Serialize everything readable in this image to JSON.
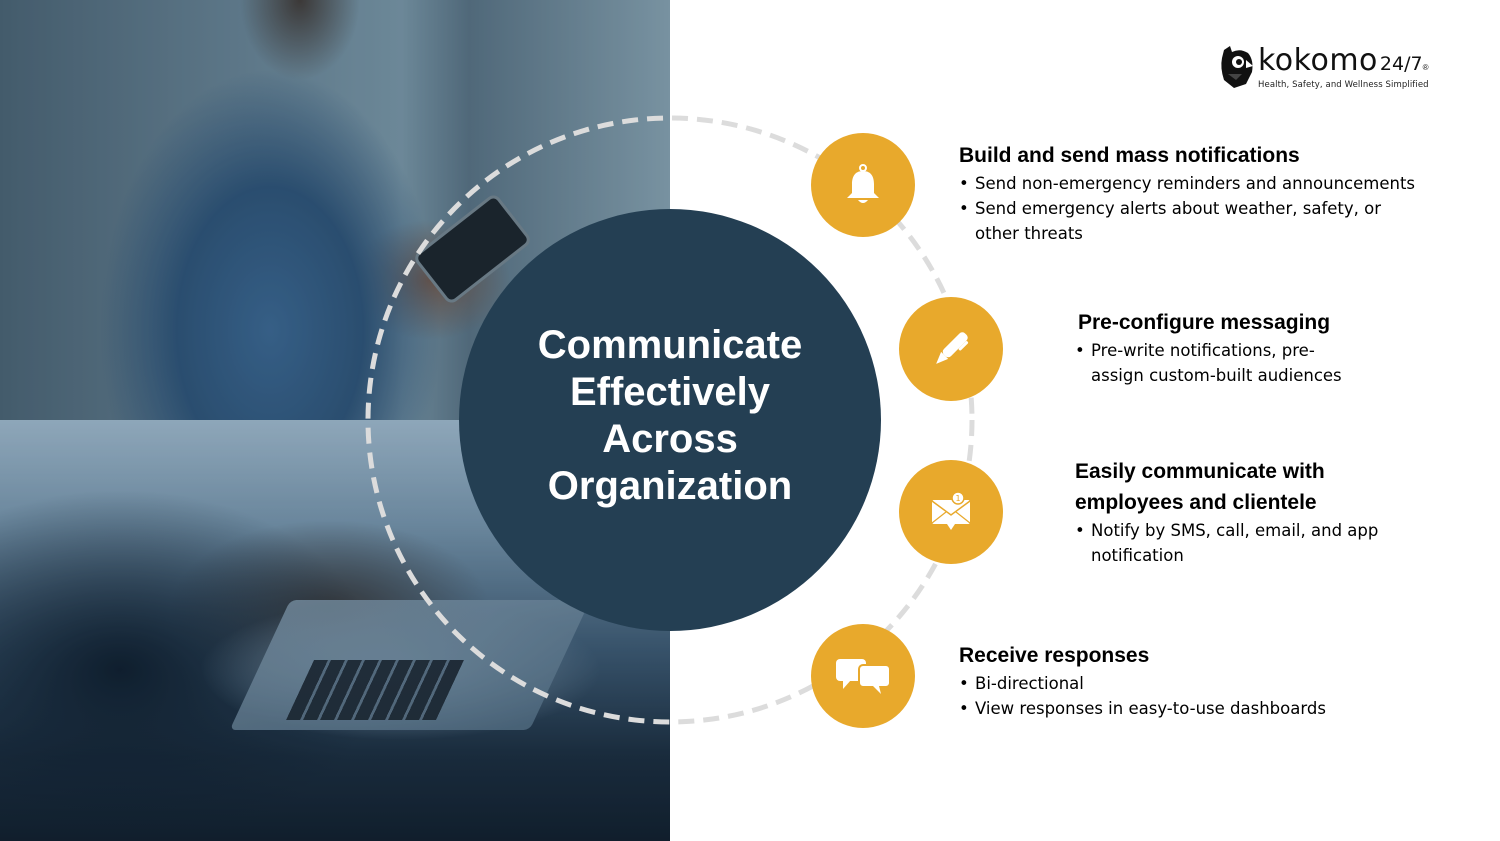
{
  "brand": {
    "name": "kokomo",
    "suffix": "24/7",
    "registered": "®",
    "tagline": "Health, Safety, and Wellness Simplified"
  },
  "hub": {
    "title": "Communicate\nEffectively\nAcross\nOrganization"
  },
  "colors": {
    "hub": "#243f53",
    "accent": "#e8a92c",
    "ring": "#dcdcdc",
    "text": "#000000"
  },
  "images": {
    "top": "woman-smiling-using-smartphone-photo",
    "bottom": "hands-typing-on-laptop-photo"
  },
  "features": [
    {
      "icon": "bell-icon",
      "title": "Build and send mass notifications",
      "bullets": [
        "Send non-emergency reminders and announcements",
        "Send emergency alerts about weather, safety, or other threats"
      ]
    },
    {
      "icon": "pen-icon",
      "title": "Pre-configure messaging",
      "bullets": [
        "Pre-write notifications, pre-assign custom-built audiences"
      ]
    },
    {
      "icon": "envelope-notification-icon",
      "title": "Easily communicate with employees and clientele",
      "bullets": [
        "Notify by SMS, call, email, and app notification"
      ]
    },
    {
      "icon": "chat-bubbles-icon",
      "title": "Receive responses",
      "bullets": [
        "Bi-directional",
        "View responses in easy-to-use dashboards"
      ]
    }
  ]
}
